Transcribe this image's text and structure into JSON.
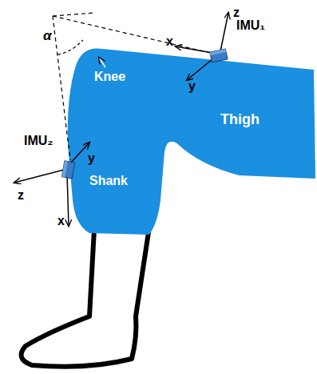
{
  "diagram": {
    "labels": [
      "α",
      "Knee",
      "Thigh",
      "Shank",
      "IMU₁",
      "IMU₂",
      "z",
      "x",
      "y",
      "y",
      "z",
      "x"
    ]
  }
}
